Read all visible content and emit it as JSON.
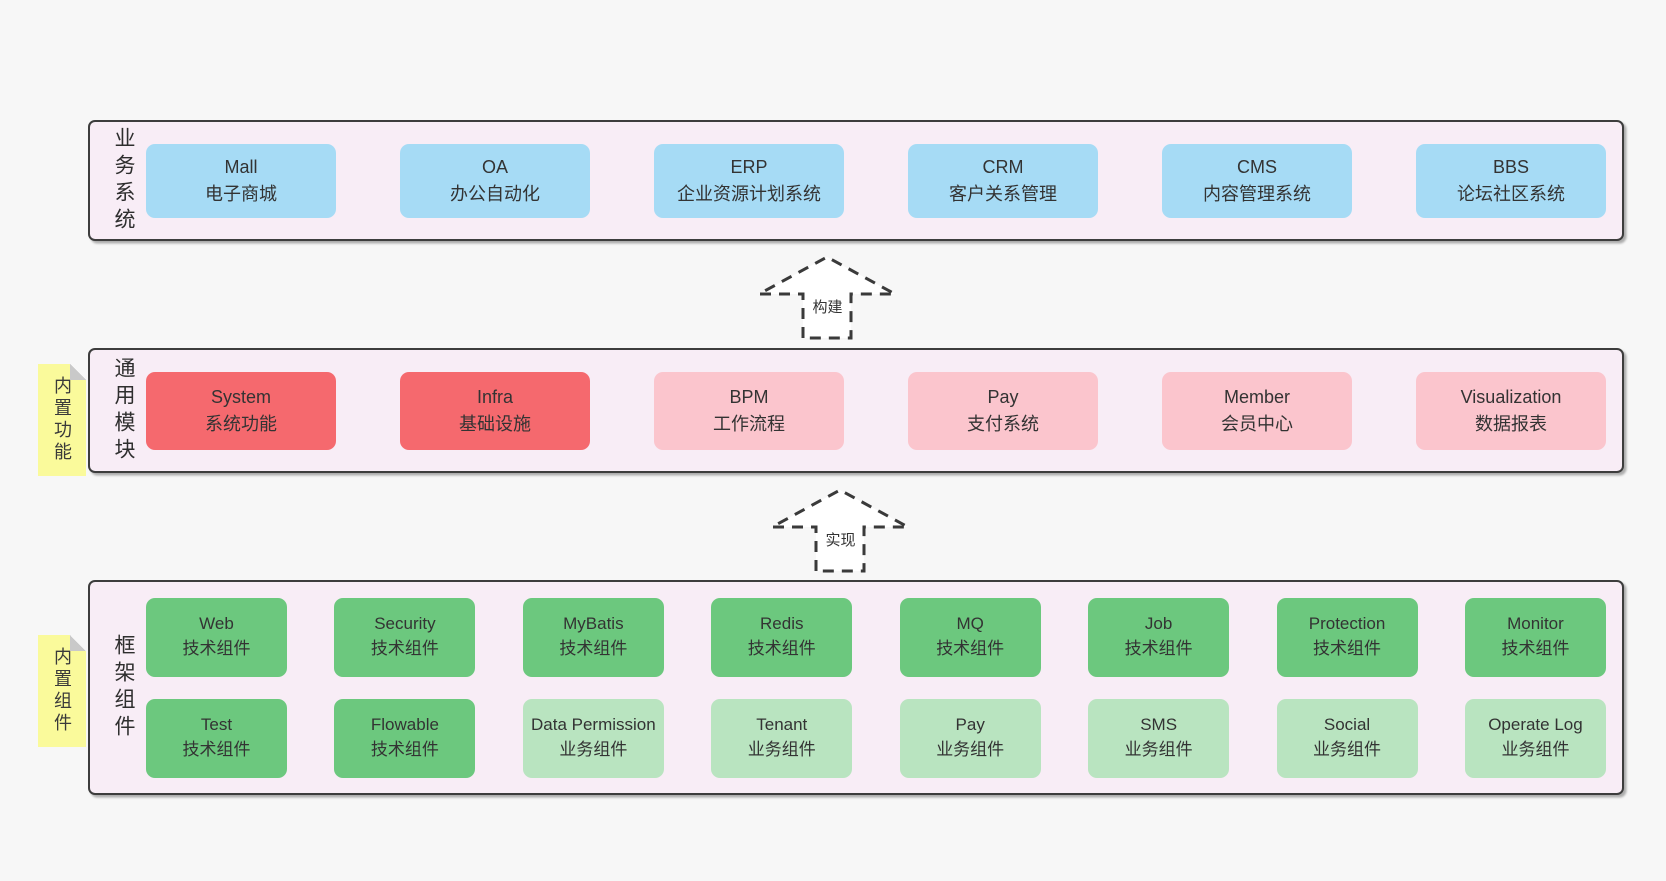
{
  "palette": {
    "page-bg": "#f7f7f7",
    "panel-bg": "#f8edf6",
    "panel-border": "#3d3d3d",
    "box-blue": "#a6dbf5",
    "box-red": "#f5696e",
    "box-pink": "#fbc5cd",
    "box-green": "#6cc87e",
    "box-green-light": "#b9e4c0",
    "note-yellow": "#fafa9b",
    "note-fold": "#c9c9c9",
    "arrow-stroke": "#3a3a3a",
    "text": "#333333"
  },
  "arrows": [
    {
      "label": "构建"
    },
    {
      "label": "实现"
    }
  ],
  "layers": [
    {
      "label": "业务系统",
      "boxes": [
        {
          "title": "Mall",
          "subtitle": "电子商城"
        },
        {
          "title": "OA",
          "subtitle": "办公自动化"
        },
        {
          "title": "ERP",
          "subtitle": "企业资源计划系统"
        },
        {
          "title": "CRM",
          "subtitle": "客户关系管理"
        },
        {
          "title": "CMS",
          "subtitle": "内容管理系统"
        },
        {
          "title": "BBS",
          "subtitle": "论坛社区系统"
        }
      ]
    },
    {
      "label": "通用模块",
      "note": "内置功能",
      "boxes": [
        {
          "title": "System",
          "subtitle": "系统功能"
        },
        {
          "title": "Infra",
          "subtitle": "基础设施"
        },
        {
          "title": "BPM",
          "subtitle": "工作流程"
        },
        {
          "title": "Pay",
          "subtitle": "支付系统"
        },
        {
          "title": "Member",
          "subtitle": "会员中心"
        },
        {
          "title": "Visualization",
          "subtitle": "数据报表"
        }
      ]
    },
    {
      "label": "框架组件",
      "note": "内置组件",
      "rows": [
        [
          {
            "title": "Web",
            "subtitle": "技术组件"
          },
          {
            "title": "Security",
            "subtitle": "技术组件"
          },
          {
            "title": "MyBatis",
            "subtitle": "技术组件"
          },
          {
            "title": "Redis",
            "subtitle": "技术组件"
          },
          {
            "title": "MQ",
            "subtitle": "技术组件"
          },
          {
            "title": "Job",
            "subtitle": "技术组件"
          },
          {
            "title": "Protection",
            "subtitle": "技术组件"
          },
          {
            "title": "Monitor",
            "subtitle": "技术组件"
          }
        ],
        [
          {
            "title": "Test",
            "subtitle": "技术组件"
          },
          {
            "title": "Flowable",
            "subtitle": "技术组件"
          },
          {
            "title": "Data Permission",
            "subtitle": "业务组件"
          },
          {
            "title": "Tenant",
            "subtitle": "业务组件"
          },
          {
            "title": "Pay",
            "subtitle": "业务组件"
          },
          {
            "title": "SMS",
            "subtitle": "业务组件"
          },
          {
            "title": "Social",
            "subtitle": "业务组件"
          },
          {
            "title": "Operate Log",
            "subtitle": "业务组件"
          }
        ]
      ]
    }
  ]
}
